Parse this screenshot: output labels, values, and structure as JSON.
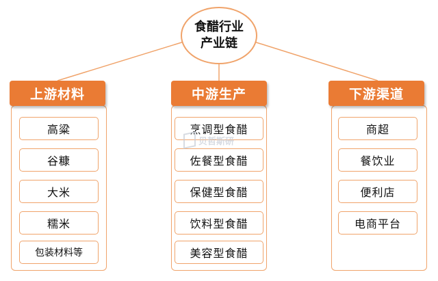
{
  "root": {
    "line1": "食醋行业",
    "line2": "产业链"
  },
  "columns": [
    {
      "title": "上游材料",
      "items": [
        "高粱",
        "谷糠",
        "大米",
        "糯米",
        "包装材料等"
      ]
    },
    {
      "title": "中游生产",
      "items": [
        "烹调型食醋",
        "佐餐型食醋",
        "保健型食醋",
        "饮料型食醋",
        "美容型食醋"
      ]
    },
    {
      "title": "下游渠道",
      "items": [
        "商超",
        "餐饮业",
        "便利店",
        "电商平台"
      ]
    }
  ],
  "watermark": {
    "text": "贝哲斯研"
  },
  "colors": {
    "accent": "#ea7b34",
    "border": "#f0a36a"
  }
}
